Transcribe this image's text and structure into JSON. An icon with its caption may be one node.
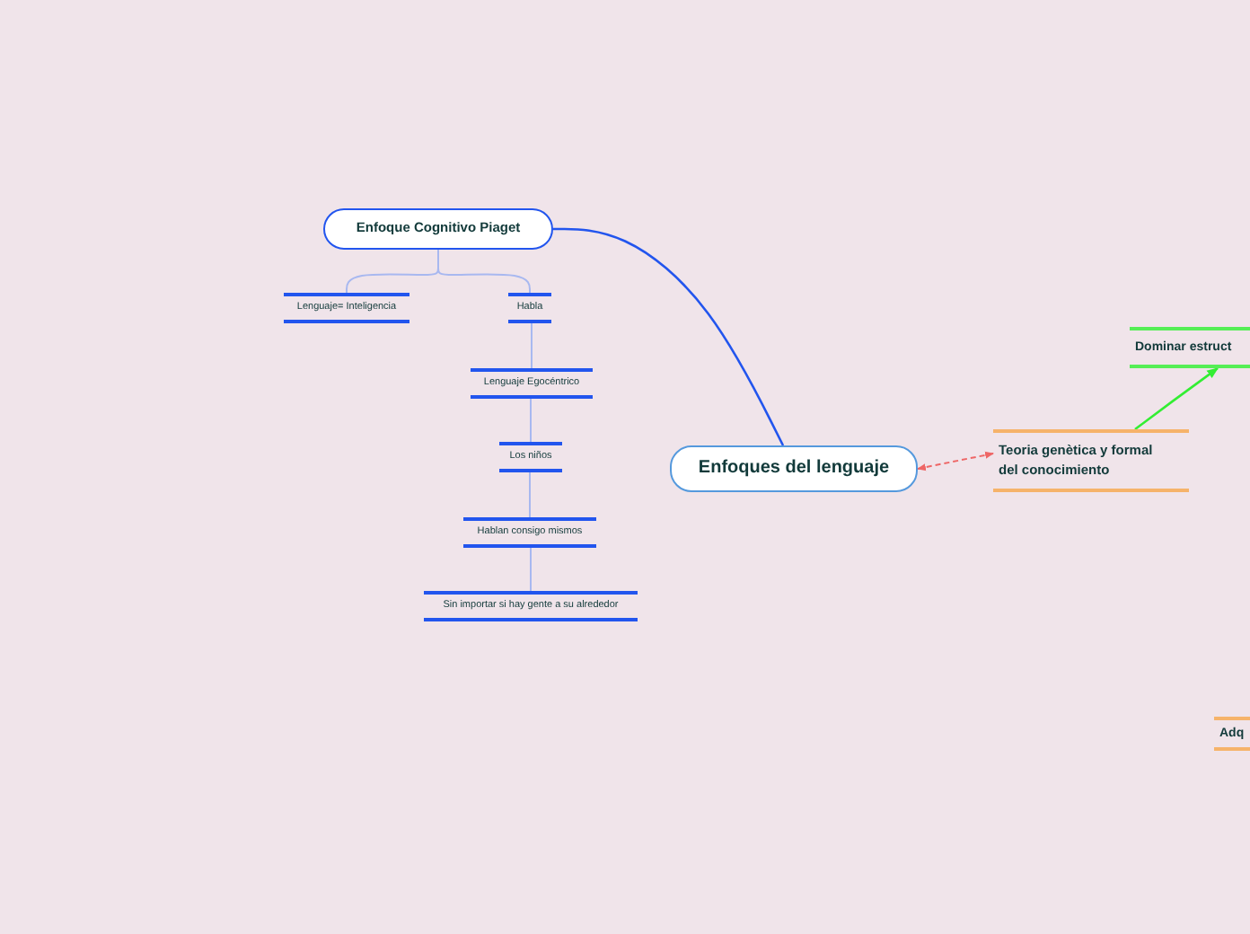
{
  "diagram": {
    "nodes": [
      {
        "text": [
          "Enfoques del lenguaje"
        ]
      },
      {
        "text": [
          "Enfoque Cognitivo Piaget"
        ]
      },
      {
        "text": [
          "Lenguaje= Inteligencia"
        ]
      },
      {
        "text": [
          "Habla"
        ]
      },
      {
        "text": [
          "Lenguaje Egocéntrico"
        ]
      },
      {
        "text": [
          "Los niños"
        ]
      },
      {
        "text": [
          "Hablan consigo mismos"
        ]
      },
      {
        "text": [
          "Sin importar si hay gente a su alrededor"
        ]
      },
      {
        "text": [
          "Teoria genètica y formal del conocimiento"
        ]
      },
      {
        "text": [
          "Dominar estruct"
        ]
      },
      {
        "text": [
          "Adq"
        ]
      }
    ],
    "edges": [
      {
        "from": 0,
        "to": 1,
        "arrow": "none",
        "color": "#2255ee"
      },
      {
        "from": 1,
        "to": 2,
        "arrow": "none"
      },
      {
        "from": 1,
        "to": 3,
        "arrow": "none"
      },
      {
        "from": 3,
        "to": 4,
        "arrow": "none"
      },
      {
        "from": 4,
        "to": 5,
        "arrow": "none"
      },
      {
        "from": 5,
        "to": 6,
        "arrow": "none"
      },
      {
        "from": 6,
        "to": 7,
        "arrow": "none"
      },
      {
        "from": 0,
        "to": 8,
        "arrow": "both",
        "style": "dashed",
        "color": "#ee6666"
      },
      {
        "from": 8,
        "to": 9,
        "arrow": "to",
        "color": "#33ee33"
      }
    ]
  }
}
